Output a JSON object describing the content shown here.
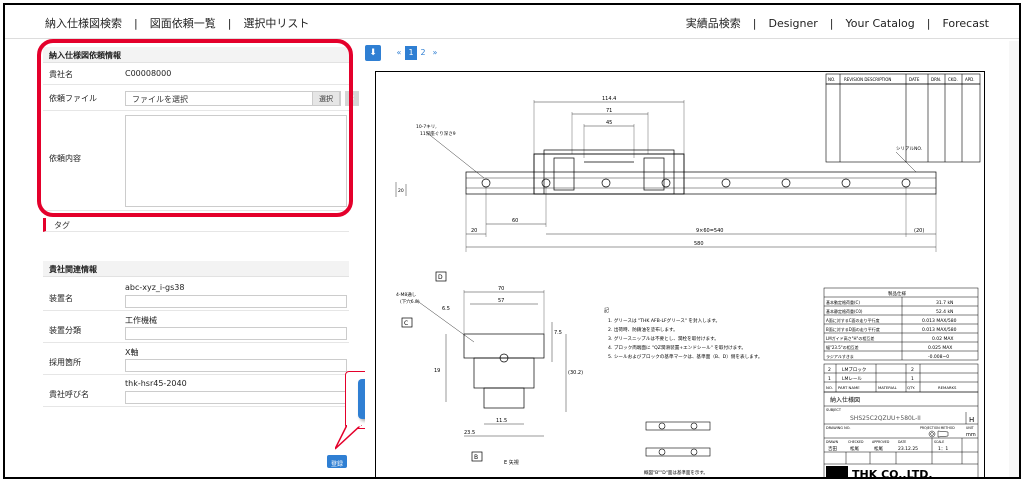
{
  "nav": {
    "left": [
      "納入仕様図検索",
      "図面依頼一覧",
      "選択中リスト"
    ],
    "right": [
      "実績品検索",
      "Designer",
      "Your Catalog",
      "Forecast"
    ],
    "separator": "|"
  },
  "form": {
    "section1_title": "納入仕様図依頼情報",
    "company_label": "貴社名",
    "company_value": "C00008000",
    "file_label": "依頼ファイル",
    "file_placeholder": "ファイルを選択",
    "file_button": "選択",
    "file_clear": "×",
    "content_label": "依頼内容",
    "tag_label": "タグ",
    "section2_title": "貴社関連情報",
    "fields": [
      {
        "label": "装置名",
        "value": "abc-xyz_i-gs38"
      },
      {
        "label": "装置分類",
        "value": "工作機械"
      },
      {
        "label": "採用箇所",
        "value": "X軸"
      },
      {
        "label": "貴社呼び名",
        "value": "thk-hsr45-2040"
      }
    ],
    "submit_label": "登録"
  },
  "callout": {
    "label": "登録"
  },
  "viewer": {
    "download_icon": "download-icon",
    "pages": [
      "«",
      "1",
      "2",
      "»"
    ],
    "active_page": "1"
  },
  "drawing": {
    "dims_top": [
      "114.4",
      "71",
      "45"
    ],
    "dims_bottom": [
      "60",
      "20",
      "9×60=540",
      "(20)",
      "580"
    ],
    "hole_note": [
      "10-7キリ,",
      "11深座ぐり深さ9"
    ],
    "serial_label": "シリアルNO.",
    "side_dim": "20",
    "notes_title": "記",
    "notes": [
      "1. グリースは \"THK AFB-LFグリース\" を封入します。",
      "2. 出荷時、防錆油を塗布します。",
      "3. グリースニップルは不要とし、潤栓を取付けます。",
      "4. ブロック両端面に \"QZ潤滑装置+エンドシール\" を取付けます。",
      "5. シールおよびブロックの基準マークは、基準面（B、D）側を表します。"
    ],
    "bottom_note": "概図\"B\"\"D\"面は基準面を示す。",
    "section_dims": [
      "70",
      "57",
      "6.5",
      "4-M8通し",
      "(下穴6.8)",
      "7.5",
      "(30.2)",
      "11.5",
      "23.5",
      "19"
    ],
    "ref_labels": [
      "D",
      "C",
      "B",
      "E 矢視"
    ],
    "rev_table_headers": [
      "NO.",
      "REVISION DESCRIPTION",
      "DATE",
      "DRN.",
      "CKD.",
      "APD."
    ],
    "spec_table": {
      "title": "製品仕様",
      "rows": [
        [
          "基本動定格荷重(C)",
          "31.7 kN"
        ],
        [
          "基本静定格荷重(C0)",
          "52.4 kN"
        ],
        [
          "A面に対するC面の走り平行度",
          "0.013 MAX/580"
        ],
        [
          "B面に対するD面の走り平行度",
          "0.013 MAX/580"
        ],
        [
          "LMガイド高さ\"H\"の相互差",
          "0.02 MAX"
        ],
        [
          "幅\"23.5\"の相互差",
          "0.025 MAX"
        ],
        [
          "ラジアルすきま",
          "-0.008~0"
        ]
      ]
    },
    "parts_rows": [
      [
        "2",
        "LMブロック",
        "2"
      ],
      [
        "1",
        "LMレール",
        "1"
      ]
    ],
    "parts_headers": [
      "NO.",
      "PART NAME",
      "MATERIAL",
      "QTY.",
      "REMARKS"
    ],
    "title_label": "納入仕様図",
    "subject_label": "SUBJECT",
    "part_number": "SHS25C2QZUU+580L-II",
    "size_code": "H",
    "drawing_no_label": "DRAWING NO.",
    "projection_label": "PROJECTION METHOD",
    "unit_label": "UNIT",
    "unit_value": "mm",
    "drawn_label": "DRAWN",
    "checked_label": "CHECKED",
    "approved_label": "APPROVED",
    "date_label": "DATE",
    "scale_label": "SCALE",
    "drawn_value": "吉田",
    "checked_value": "松尾",
    "approved_value": "松尾",
    "date_value": "23.12.25",
    "scale_value": "1：1",
    "logo_text": "THK CO.,LTD."
  }
}
